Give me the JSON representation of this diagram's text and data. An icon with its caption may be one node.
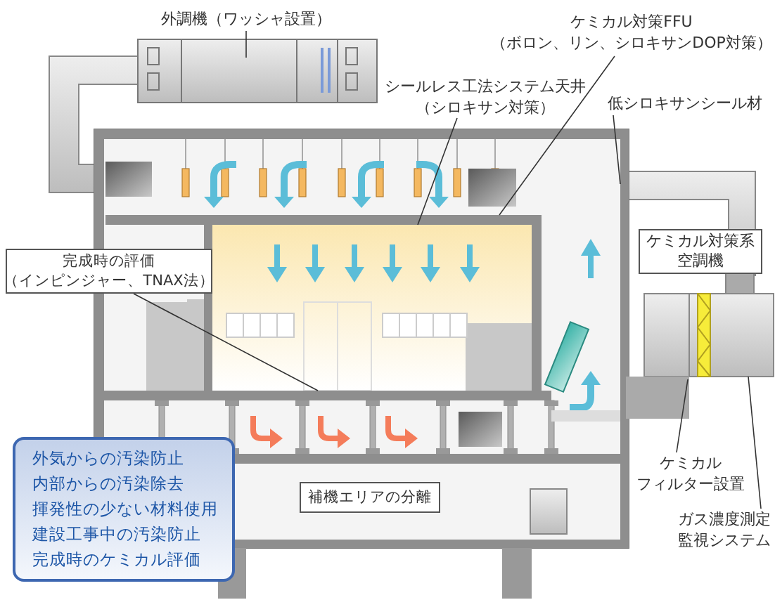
{
  "diagram": {
    "nodes": [
      {
        "text": [
          "外調機（ワッシャ設置）"
        ]
      },
      {
        "text": [
          "ケミカル対策FFU",
          "（ボロン、リン、シロキサンDOP対策）"
        ]
      },
      {
        "text": [
          "シールレス工法システム天井",
          "（シロキサン対策）"
        ]
      },
      {
        "text": [
          "低シロキサンシール材"
        ]
      },
      {
        "text": [
          "完成時の評価",
          "（インピンジャー、TNAX法）"
        ]
      },
      {
        "text": [
          "ケミカル対策系空調機"
        ]
      },
      {
        "text": [
          "ケミカル",
          "フィルター設置"
        ]
      },
      {
        "text": [
          "ガス濃度測定",
          "監視システム"
        ]
      },
      {
        "text": [
          "補機エリアの分離"
        ]
      },
      {
        "text": [
          "外気からの汚染防止",
          "内部からの汚染除去",
          "揮発性の少ない材料使用",
          "建設工事中の汚染防止",
          "完成時のケミカル評価"
        ]
      }
    ],
    "edges": [
      {
        "from": 0,
        "to": null,
        "arrow": "none"
      },
      {
        "from": 1,
        "to": null,
        "arrow": "none"
      },
      {
        "from": 2,
        "to": null,
        "arrow": "none"
      },
      {
        "from": 3,
        "to": null,
        "arrow": "none"
      },
      {
        "from": 4,
        "to": null,
        "arrow": "none"
      },
      {
        "from": 6,
        "to": null,
        "arrow": "none"
      },
      {
        "from": 7,
        "to": null,
        "arrow": "none"
      }
    ]
  }
}
